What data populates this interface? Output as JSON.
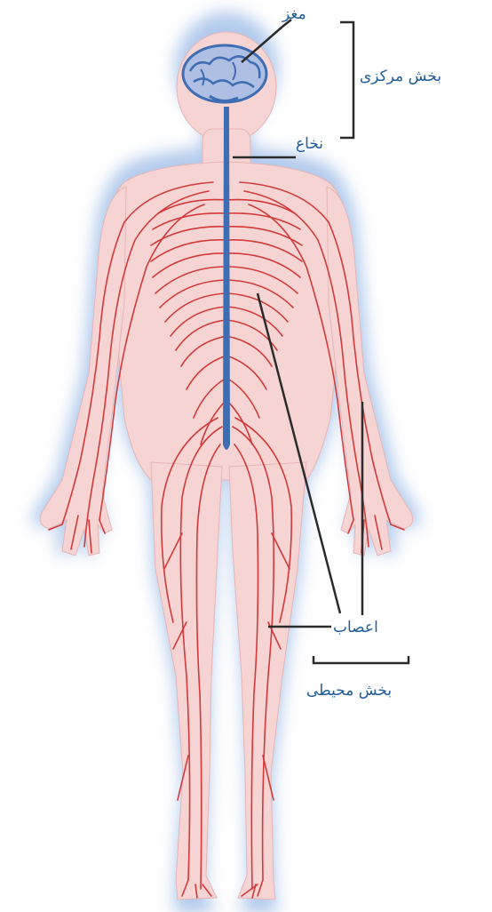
{
  "labels": {
    "brain": "مغز",
    "central_division": "بخش مرکزی",
    "spinal_cord": "نخاع",
    "nerves": "اعصاب",
    "peripheral_division": "بخش محیطی"
  },
  "colors": {
    "label_text": "#1f5c99",
    "body_fill": "#f6d4d4",
    "glow": "#a9c4ea",
    "nerve": "#d23a3a",
    "cns": "#3f6db3",
    "leader_line": "#2b2b2b"
  },
  "icons": {
    "brain": "brain-icon"
  }
}
